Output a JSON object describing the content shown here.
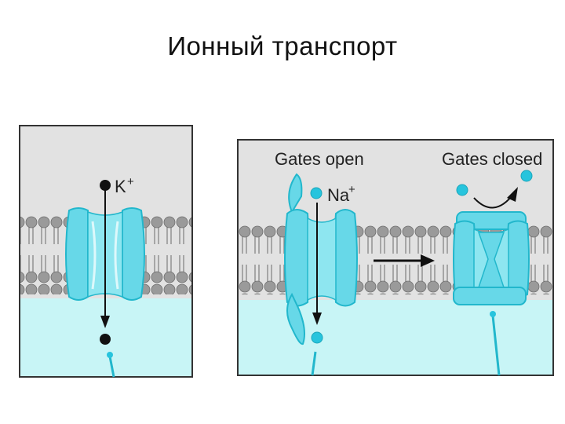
{
  "title": "Ионный транспорт",
  "left_panel": {
    "ion_label": "K",
    "ion_charge": "+"
  },
  "right_panel": {
    "open_label": "Gates open",
    "closed_label": "Gates closed",
    "ion_label": "Na",
    "ion_charge": "+"
  },
  "colors": {
    "channel": "#67d8e8",
    "channel_stroke": "#22b7cc",
    "cytoplasm": "#c8f5f6",
    "outside": "#e2e2e2",
    "lipid_head": "#9a9a9a",
    "k_ion": "#111111",
    "na_ion": "#27c4dd"
  }
}
